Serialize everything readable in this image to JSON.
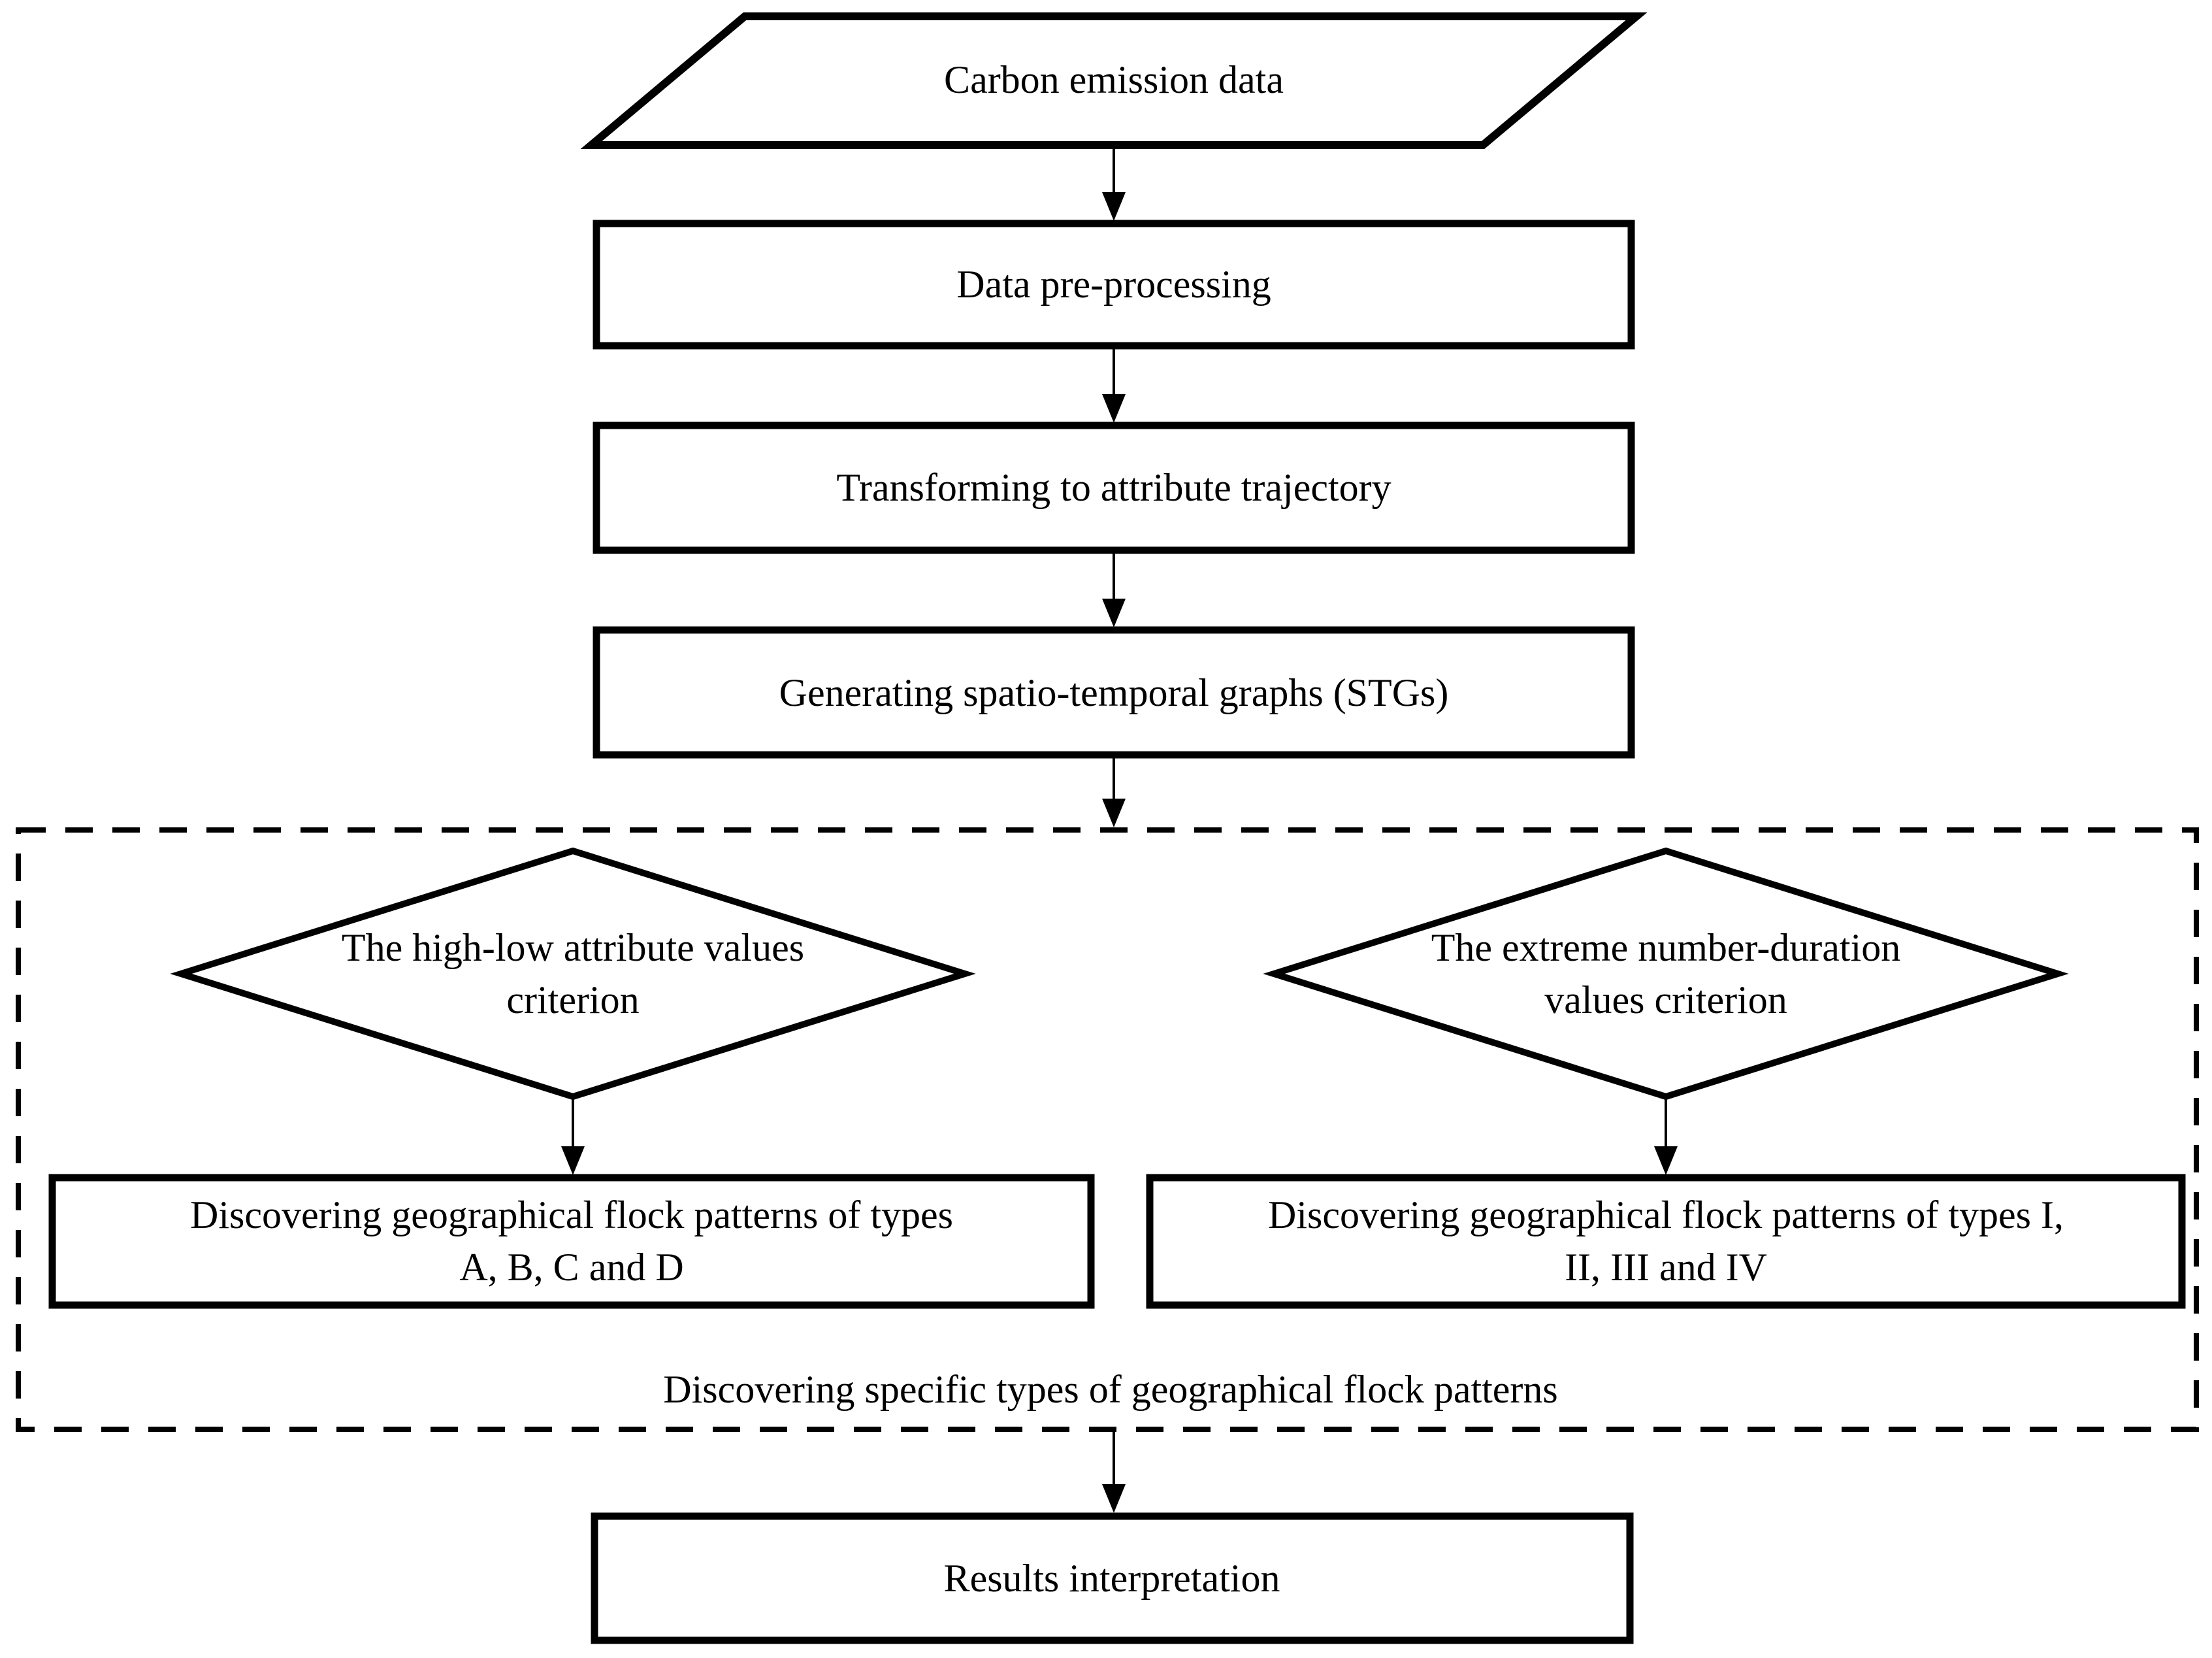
{
  "figure": {
    "type": "flowchart",
    "background": "#ffffff",
    "line_color": "#000000",
    "text_color": "#000000"
  },
  "nodes": {
    "carbon_data": {
      "shape": "parallelogram",
      "label": "Carbon emission data"
    },
    "preprocessing": {
      "shape": "process",
      "label": "Data pre-processing"
    },
    "transforming": {
      "shape": "process",
      "label": "Transforming to attribute trajectory"
    },
    "generating_stgs": {
      "shape": "process",
      "label": "Generating spatio-temporal graphs (STGs)"
    },
    "high_low_criterion": {
      "shape": "decision",
      "lines": [
        "The high-low attribute values",
        "criterion"
      ]
    },
    "extreme_criterion": {
      "shape": "decision",
      "lines": [
        "The extreme number-duration",
        "values criterion"
      ]
    },
    "discover_abcd": {
      "shape": "process",
      "lines": [
        "Discovering geographical flock patterns of types",
        "A, B, C and D"
      ]
    },
    "discover_i_iv": {
      "shape": "process",
      "lines": [
        "Discovering geographical flock patterns of types I,",
        "II, III and IV"
      ]
    },
    "group_label": {
      "label": "Discovering specific types of geographical flock patterns"
    },
    "results": {
      "shape": "process",
      "label": "Results interpretation"
    }
  }
}
